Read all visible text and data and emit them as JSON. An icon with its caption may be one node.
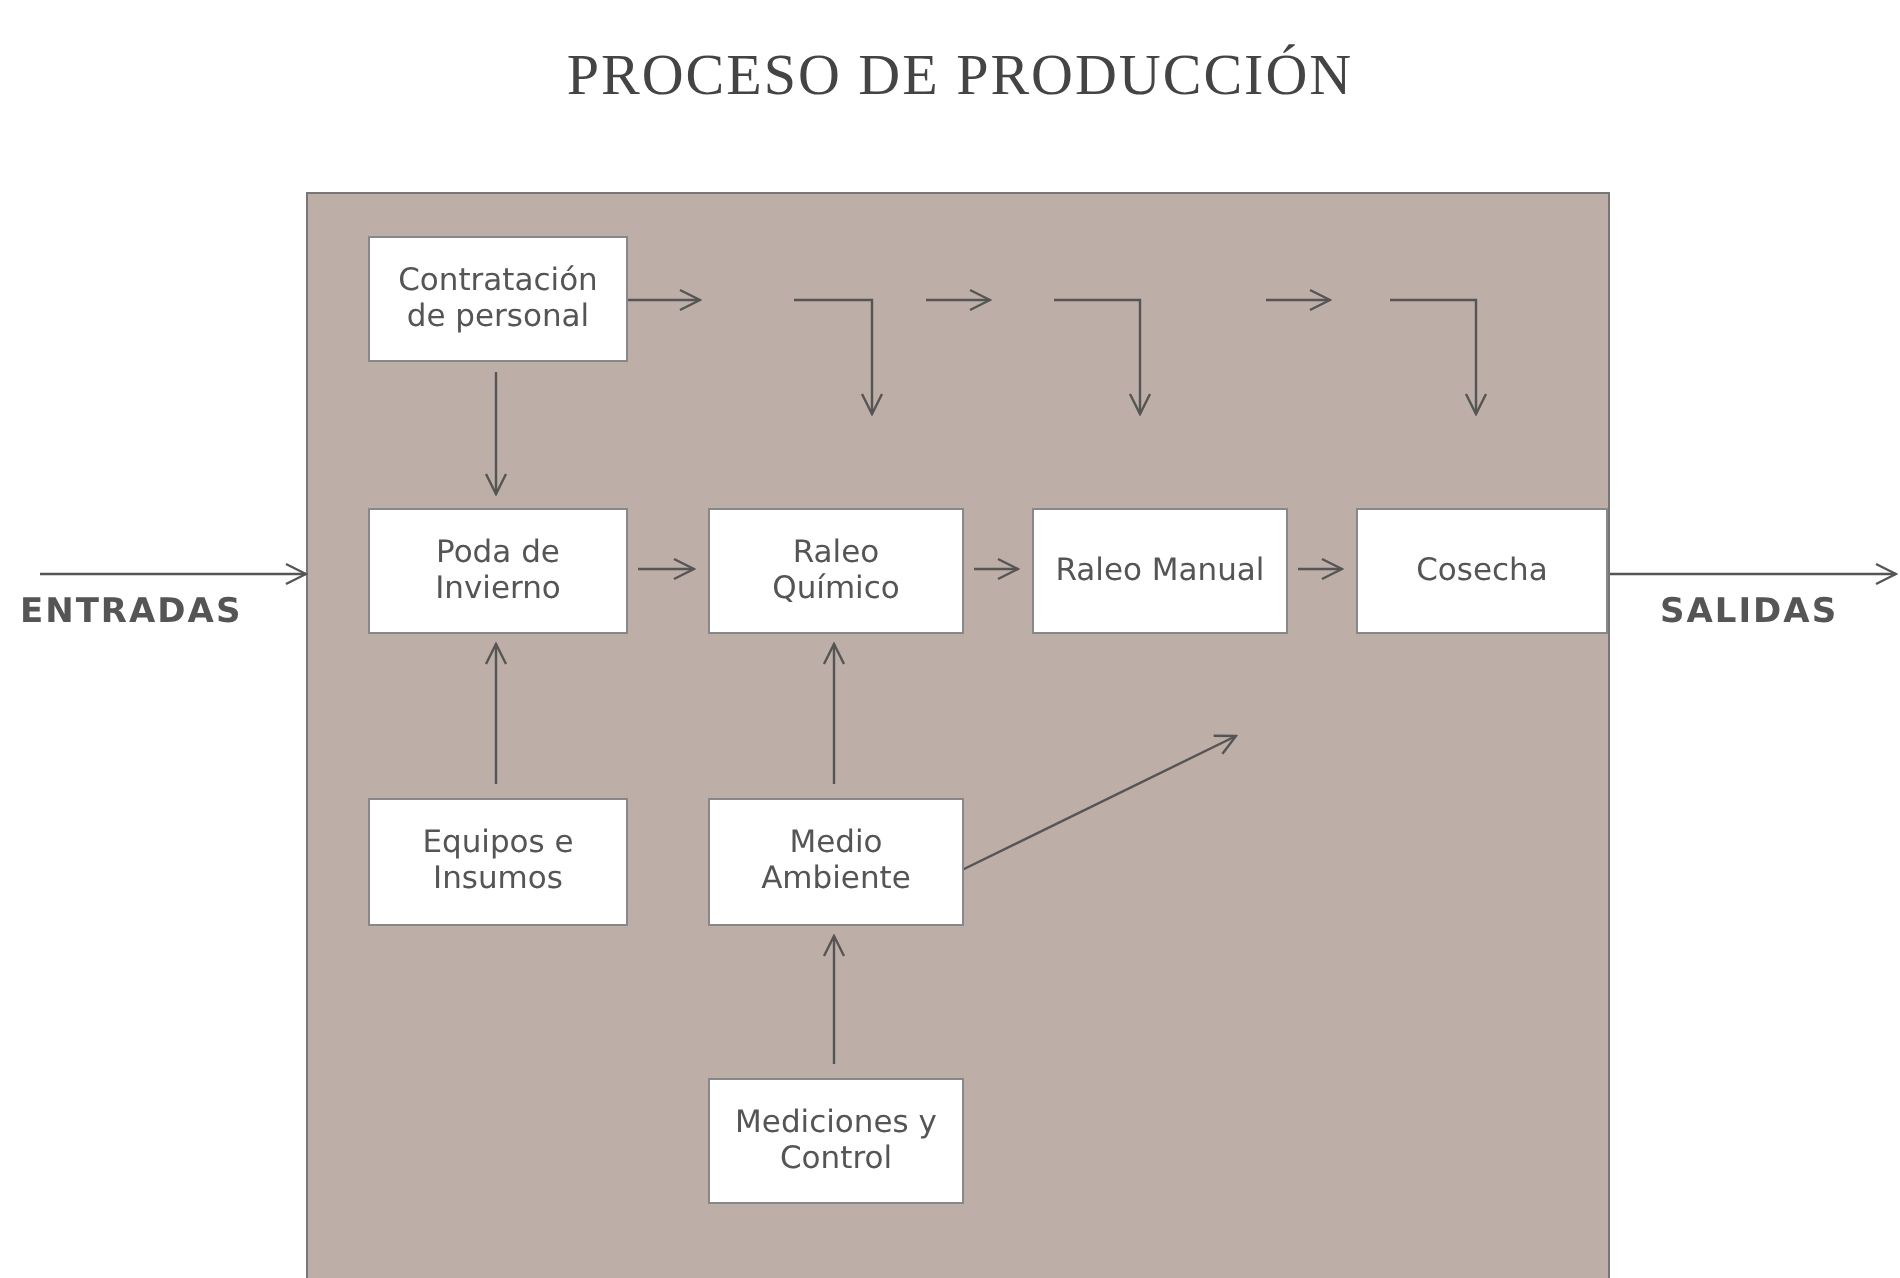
{
  "diagram": {
    "title": "PROCESO DE PRODUCCIÓN",
    "nodes": [
      {
        "text": [],
        "shape": "box"
      },
      {
        "text": [
          "Contratación de personal"
        ],
        "in": 0
      },
      {
        "text": [
          "Poda de Invierno"
        ],
        "in": 0
      },
      {
        "text": [
          "Raleo Químico"
        ],
        "in": 0
      },
      {
        "text": [
          "Raleo Manual"
        ],
        "in": 0
      },
      {
        "text": [
          "Cosecha"
        ],
        "in": 0
      },
      {
        "text": [
          "Equipos e Insumos"
        ],
        "in": 0
      },
      {
        "text": [
          "Medio Ambiente"
        ],
        "in": 0
      },
      {
        "text": [
          "Mediciones y Control"
        ],
        "in": 0
      }
    ],
    "edges": [
      {
        "from": null,
        "to": 0,
        "arrow": "to"
      },
      {
        "from": 0,
        "to": null,
        "arrow": "to"
      },
      {
        "from": 1,
        "to": 2,
        "arrow": "to"
      },
      {
        "from": 2,
        "to": 3,
        "arrow": "to"
      },
      {
        "from": 3,
        "to": 4,
        "arrow": "to"
      },
      {
        "from": 4,
        "to": 5,
        "arrow": "to"
      },
      {
        "from": 6,
        "to": 2,
        "arrow": "to"
      },
      {
        "from": 7,
        "to": 3,
        "arrow": "to"
      },
      {
        "from": 8,
        "to": 7,
        "arrow": "to"
      },
      {
        "from": 7,
        "to": null,
        "arrow": "to"
      }
    ],
    "labels": [
      "ENTRADAS",
      "SALIDAS"
    ]
  }
}
